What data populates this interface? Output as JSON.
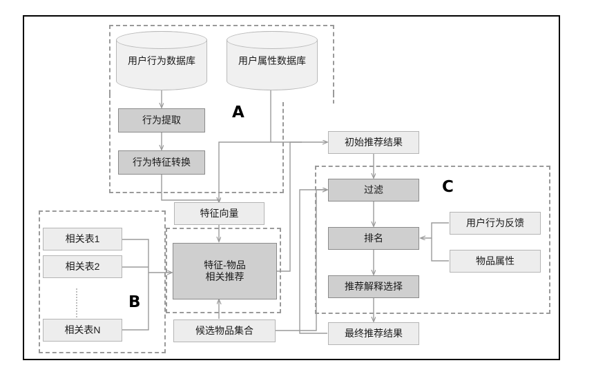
{
  "diagram": {
    "title": "Recommendation System Architecture Flow Diagram",
    "groups": [
      {
        "letter": "A",
        "name": "group-a"
      },
      {
        "letter": "B",
        "name": "group-b"
      },
      {
        "letter": "C",
        "name": "group-c"
      }
    ],
    "datastores": [
      {
        "id": "user-behavior-db",
        "label": "用户行为数据库"
      },
      {
        "id": "user-attribute-db",
        "label": "用户属性数据库"
      }
    ],
    "process_nodes": [
      {
        "id": "behavior-extraction",
        "label": "行为提取",
        "style": "dark"
      },
      {
        "id": "behavior-feature-transform",
        "label": "行为特征转换",
        "style": "dark"
      },
      {
        "id": "feature-vector",
        "label": "特征向量",
        "style": "light"
      },
      {
        "id": "feature-item-recommend",
        "label": "特征-物品\n相关推荐",
        "style": "dark"
      },
      {
        "id": "candidate-item-set",
        "label": "候选物品集合",
        "style": "light"
      },
      {
        "id": "initial-recommend-result",
        "label": "初始推荐结果",
        "style": "light"
      },
      {
        "id": "filter",
        "label": "过滤",
        "style": "dark"
      },
      {
        "id": "ranking",
        "label": "排名",
        "style": "dark"
      },
      {
        "id": "recommend-explanation-select",
        "label": "推荐解释选择",
        "style": "dark"
      },
      {
        "id": "final-recommend-result",
        "label": "最终推荐结果",
        "style": "light"
      },
      {
        "id": "user-behavior-feedback",
        "label": "用户行为反馈",
        "style": "light"
      },
      {
        "id": "item-attribute",
        "label": "物品属性",
        "style": "light"
      }
    ],
    "relation_tables": [
      {
        "id": "relation-table-1",
        "label": "相关表1"
      },
      {
        "id": "relation-table-2",
        "label": "相关表2"
      },
      {
        "id": "relation-table-n",
        "label": "相关表N"
      }
    ],
    "colors": {
      "frame": "#000000",
      "dark_fill": "#cfcfcf",
      "dark_border": "#8a8a8a",
      "light_fill": "#ededed",
      "light_border": "#b4b4b4",
      "cylinder_fill": "#f0f0f0",
      "cylinder_border": "#b9b9b9",
      "dashed_group": "#999999",
      "connector": "#999999",
      "text": "#1a1a1a"
    }
  }
}
